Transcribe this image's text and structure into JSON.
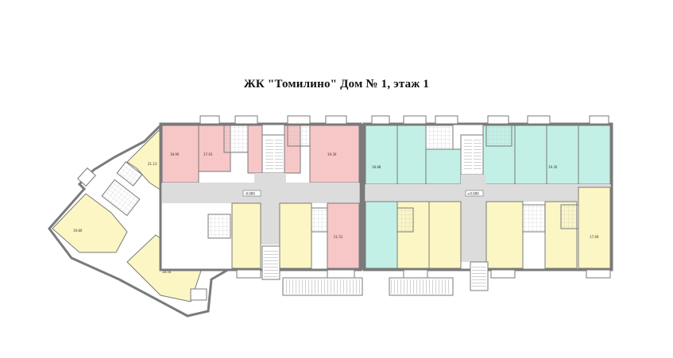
{
  "title": "ЖК \"Томилино\"  Дом № 1, этаж 1",
  "colors": {
    "pink": "#f7c7c7",
    "cyan": "#c3f0e6",
    "yellow": "#fbf6c4",
    "corridor": "#dcdcdc",
    "wall": "#7a7a7a",
    "grid": "#c4c4c4"
  },
  "elevations": {
    "left": "-0.000",
    "right": "+0.000"
  },
  "room_areas": {
    "pink_left_1": "18.90",
    "pink_left_2": "17.03",
    "pink_right_1": "19.30",
    "pink_right_2": "21.51",
    "cyan_1": "18.88",
    "cyan_2": "19.30",
    "yellow_1": "21.13",
    "yellow_2": "19.80",
    "yellow_3": "18.54",
    "yellow_4": "17.69"
  }
}
